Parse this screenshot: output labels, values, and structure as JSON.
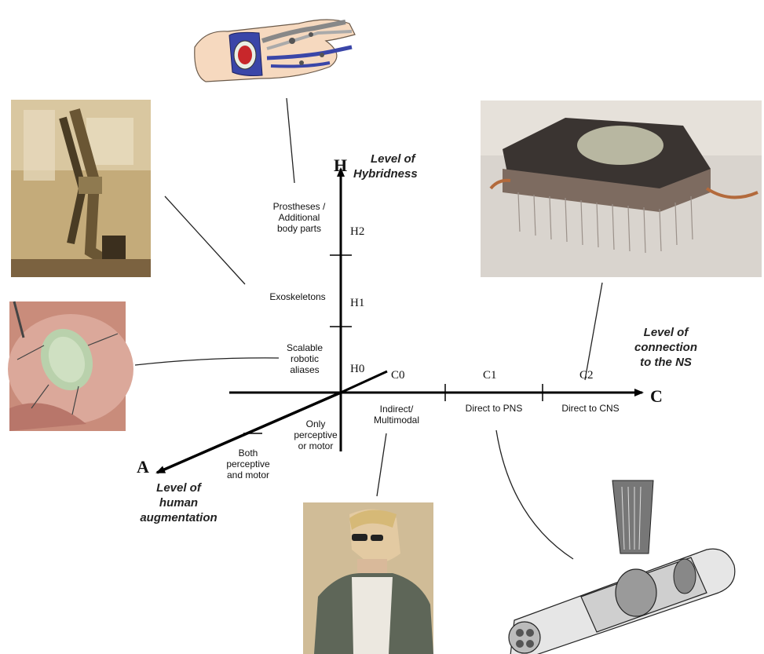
{
  "axes": {
    "h": {
      "letter": "H",
      "title_line1": "Level of",
      "title_line2": "Hybridness",
      "ticks": [
        "H0",
        "H1",
        "H2"
      ],
      "levels": [
        {
          "line1": "Scalable",
          "line2": "robotic",
          "line3": "aliases"
        },
        {
          "line1": "Exoskeletons"
        },
        {
          "line1": "Prostheses /",
          "line2": "Additional",
          "line3": "body parts"
        }
      ]
    },
    "c": {
      "letter": "C",
      "title_line1": "Level of",
      "title_line2": "connection",
      "title_line3": "to the NS",
      "ticks": [
        "C0",
        "C1",
        "C2"
      ],
      "levels": [
        {
          "line1": "Indirect/",
          "line2": "Multimodal"
        },
        {
          "line1": "Direct to PNS"
        },
        {
          "line1": "Direct to CNS"
        }
      ]
    },
    "a": {
      "letter": "A",
      "title_line1": "Level of",
      "title_line2": "human",
      "title_line3": "augmentation",
      "levels": [
        {
          "line1": "Only",
          "line2": "perceptive",
          "line3": "or motor"
        },
        {
          "line1": "Both",
          "line2": "perceptive",
          "line3": "and motor"
        }
      ]
    }
  },
  "colors": {
    "axis": "#000000",
    "connector": "#222222",
    "title": "#222222"
  },
  "images": [
    "prosthetic-hand-illustration",
    "exoskeleton-leg-photo",
    "robotic-bug-photo",
    "electrode-array-chip-photo",
    "person-with-glasses-photo",
    "nerve-cuff-electrode-illustration"
  ]
}
